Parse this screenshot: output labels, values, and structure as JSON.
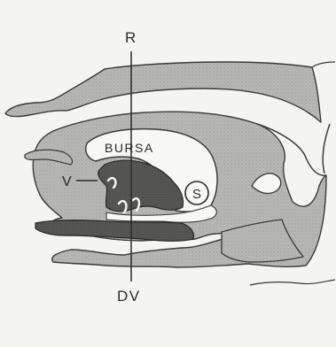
{
  "figure": {
    "palette": {
      "background": "#f4f4f2",
      "light_tissue": "#b4b4b0",
      "dark_tissue": "#555553",
      "outline": "#3a3a3a",
      "bursa_cavity": "#f7f7f5"
    },
    "labels": {
      "top_plane": "R",
      "bottom_plane": "DV",
      "bursa": "BURSA",
      "left_marker": "V",
      "circle_marker": "S"
    }
  }
}
